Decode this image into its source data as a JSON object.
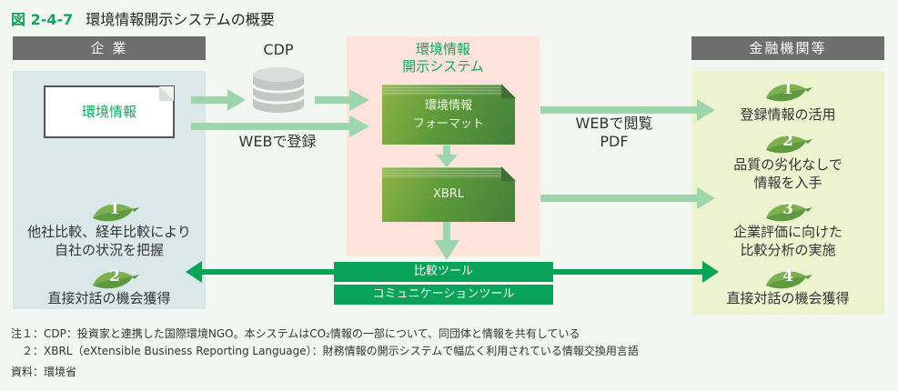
{
  "figure": {
    "number": "図 2-4-7",
    "title": "環境情報開示システムの概要"
  },
  "left_panel": {
    "header": "企 業",
    "document_label": "環境情報",
    "benefits": [
      {
        "number": "1",
        "text_line1": "他社比較、経年比較により",
        "text_line2": "自社の状況を把握"
      },
      {
        "number": "2",
        "text_line1": "直接対話の機会獲得"
      }
    ]
  },
  "cdp": {
    "label": "CDP",
    "icon": "database-icon"
  },
  "web_register_label": "WEBで登録",
  "middle_panel": {
    "title_line1": "環境情報",
    "title_line2": "開示システム",
    "format_box_line1": "環境情報",
    "format_box_line2": "フォーマット",
    "xbrl_box": "XBRL"
  },
  "web_view_label_line1": "WEBで閲覧",
  "web_view_label_line2": "PDF",
  "tools": {
    "comparison": "比較ツール",
    "communication": "コミュニケーションツール"
  },
  "right_panel": {
    "header": "金融機関等",
    "benefits": [
      {
        "number": "1",
        "text_line1": "登録情報の活用"
      },
      {
        "number": "2",
        "text_line1": "品質の劣化なしで",
        "text_line2": "情報を入手"
      },
      {
        "number": "3",
        "text_line1": "企業評価に向けた",
        "text_line2": "比較分析の実施"
      },
      {
        "number": "4",
        "text_line1": "直接対話の機会獲得"
      }
    ]
  },
  "notes": {
    "note1": "注１：CDP：投資家と連携した国際環境NGO。本システムはCO₂情報の一部について、同団体と情報を共有している",
    "note2": "　２：XBRL（eXtensible Business Reporting Language）：財務情報の開示システムで幅広く利用されている情報交換用言語",
    "source": "資料：環境省"
  },
  "colors": {
    "accent_green": "#1aa260",
    "tool_green": "#06a358",
    "arrow_light": "#9dd5ad",
    "header_gray": "#6e6e6e",
    "left_bg": "#dbe8ea",
    "mid_bg": "#fde3dc",
    "right_bg": "#eef3cf"
  }
}
